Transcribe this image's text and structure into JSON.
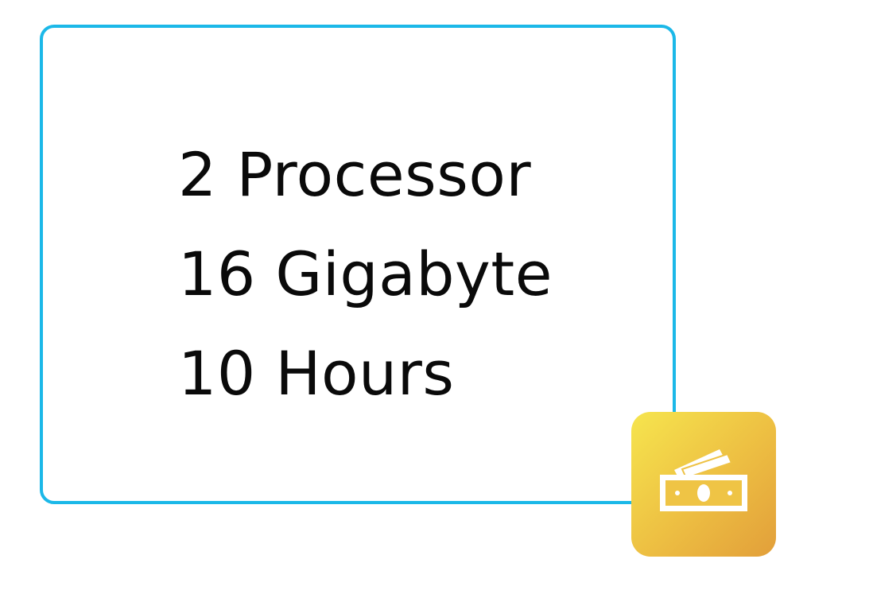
{
  "specs": [
    "2 Processor",
    "16 Gigabyte",
    "10 Hours"
  ],
  "badge": {
    "icon": "money-icon",
    "background_colors": [
      "#F6E54E",
      "#EDBE42",
      "#E29F3A"
    ],
    "icon_color": "#ffffff"
  },
  "card": {
    "border_color": "#1BB8E8"
  }
}
